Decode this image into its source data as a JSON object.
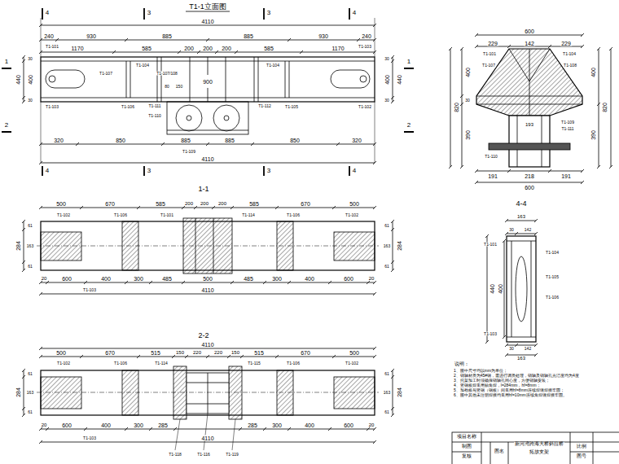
{
  "diagram": {
    "title": "T1-1立面图",
    "labels": [
      "4",
      "3",
      "3",
      "4",
      "4110",
      "240",
      "930",
      "885",
      "885",
      "930",
      "240",
      "1170",
      "585",
      "200",
      "200",
      "200",
      "585",
      "1170",
      "T1-101",
      "T1-104",
      "T1-107",
      "T1-107/108",
      "T1-104",
      "T1-103",
      "1",
      "1",
      "440",
      "30",
      "400",
      "30",
      "440",
      "30",
      "400",
      "30",
      "900",
      "80",
      "150",
      "T1-103",
      "T1-106",
      "T1-111",
      "T1-110",
      "T1-112",
      "T1-105",
      "T1-102",
      "2",
      "2",
      "320",
      "850",
      "885",
      "885",
      "850",
      "320",
      "T1-109",
      "4110",
      "4",
      "3",
      "3",
      "4",
      "1-1",
      "500",
      "670",
      "585",
      "200",
      "200",
      "200",
      "585",
      "670",
      "500",
      "T1-102",
      "T1-106",
      "T1-101",
      "T1-114",
      "T1-106",
      "T1-102",
      "284",
      "61",
      "163",
      "61",
      "284",
      "61",
      "163",
      "61",
      "20",
      "600",
      "400",
      "300",
      "485",
      "500",
      "485",
      "300",
      "400",
      "600",
      "20",
      "T1-103",
      "4110",
      "2-2",
      "4110",
      "500",
      "670",
      "515",
      "150",
      "220",
      "220",
      "150",
      "515",
      "670",
      "500",
      "T1-102",
      "T1-106",
      "T1-114",
      "T1-115",
      "T1-106",
      "T1-102",
      "284",
      "61",
      "163",
      "61",
      "284",
      "61",
      "163",
      "61",
      "20",
      "600",
      "400",
      "300",
      "285",
      "285",
      "300",
      "400",
      "600",
      "20",
      "T1-103",
      "4110",
      "T1-118",
      "T1-116",
      "T1-119",
      "600",
      "229",
      "142",
      "229",
      "T1-101",
      "T1-104",
      "T1-107",
      "T1-108",
      "820",
      "400",
      "30",
      "390",
      "820",
      "400",
      "390",
      "193",
      "T1-109",
      "T1-111",
      "T1-110",
      "191",
      "218",
      "191",
      "600",
      "4-4",
      "163",
      "30",
      "142",
      "T1-101",
      "T1-104",
      "440",
      "400",
      "T1-105",
      "T1-106",
      "T1-103",
      "30",
      "142",
      "163",
      "说明：",
      "1、图中尺寸均以mm为单位；",
      "2、销轴材质为45#钢，需进行调质处理，销轴及销轴孔光洁度均为4度",
      "3、托架加工时须确保销轴孔同心度，方便销轴安装；",
      "4、竖钢板焊采用贴角焊，l=284mm，hf=8mm；",
      "5、加劲板与竖钢（钢板）间采用hf=8mm连续焊缝焊接牢固；",
      "6、图中其他未注明焊接均采用hf=10mm连续角焊缝焊接牢固。",
      "项目名称",
      "制图",
      "复核",
      "图名",
      "新河湾跨海大桥斜拉桥",
      "拓放支架",
      "比例",
      "图号"
    ]
  }
}
